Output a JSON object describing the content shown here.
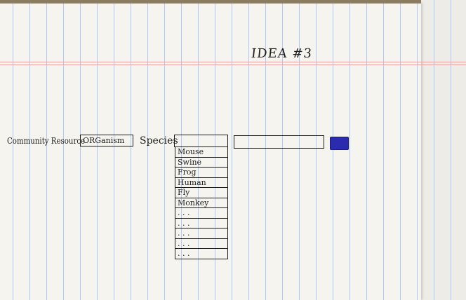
{
  "title": "IDEA #3",
  "form": {
    "community_resource_label": "Community Resource",
    "organism_value": "ORGanism",
    "species_label": "Species",
    "species_selected": "",
    "search_placeholder": "",
    "search_value": ""
  },
  "species_options": [
    "Mouse",
    "Swine",
    "Frog",
    "Human",
    "Fly",
    "Monkey",
    ". . .",
    ". . .",
    ". . .",
    ". . .",
    ". . ."
  ],
  "colors": {
    "button": "#2b2bb0",
    "ink": "#1c1c1c",
    "margin_line": "#e9a3a3",
    "rule_line": "#b9c8de"
  }
}
